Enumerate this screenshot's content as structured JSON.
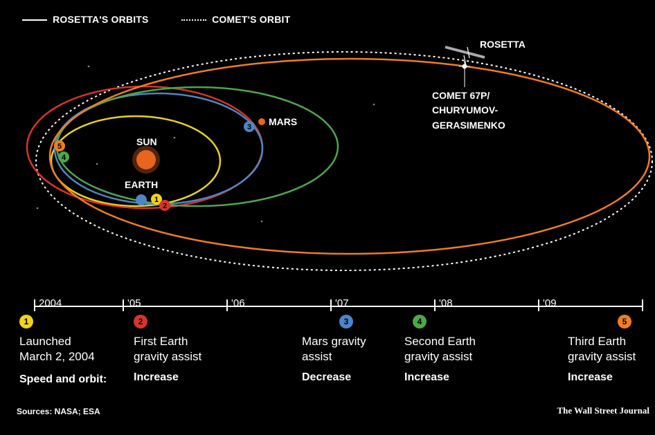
{
  "legend": {
    "rosetta": "ROSETTA'S ORBITS",
    "comet": "COMET'S ORBIT"
  },
  "labels": {
    "rosetta": "ROSETTA",
    "comet_line1": "COMET 67P/",
    "comet_line2": "CHURYUMOV-",
    "comet_line3": "GERASIMENKO",
    "mars": "MARS",
    "sun": "SUN",
    "earth": "EARTH"
  },
  "timeline": {
    "ticks": [
      "2004",
      "'05",
      "'06",
      "'07",
      "'08",
      "'09"
    ]
  },
  "events": [
    {
      "number": "1",
      "color": "#f2d21b",
      "line1": "Launched",
      "line2": "March 2, 2004",
      "effect": ""
    },
    {
      "number": "2",
      "color": "#d8342c",
      "line1": "First Earth",
      "line2": "gravity assist",
      "effect": "Increase"
    },
    {
      "number": "3",
      "color": "#4c86c6",
      "line1": "Mars gravity",
      "line2": "assist",
      "effect": "Decrease"
    },
    {
      "number": "4",
      "color": "#4ea64d",
      "line1": "Second Earth",
      "line2": "gravity assist",
      "effect": "Increase"
    },
    {
      "number": "5",
      "color": "#f07d22",
      "line1": "Third Earth",
      "line2": "gravity assist",
      "effect": "Increase"
    }
  ],
  "speed_label": "Speed and orbit:",
  "sources": "Sources: NASA; ESA",
  "credit": "The Wall Street Journal",
  "colors": {
    "orbit_yellow": "#e8d21d",
    "orbit_red": "#d8342c",
    "orbit_blue": "#4c86c6",
    "orbit_green": "#4ea64d",
    "orbit_orange": "#f07d22",
    "comet_orbit": "#ffffff",
    "sun": "#e8641f"
  }
}
